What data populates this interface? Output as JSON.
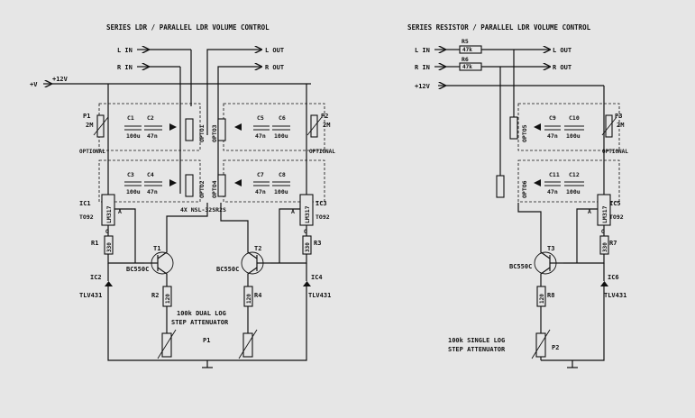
{
  "left": {
    "title": "SERIES LDR / PARALLEL LDR VOLUME CONTROL",
    "l_in": "L IN",
    "r_in": "R IN",
    "l_out": "L OUT",
    "r_out": "R OUT",
    "supply_v": "+V",
    "supply_12": "+12V",
    "p1": "P1",
    "p1_val": "2M",
    "p2": "P2",
    "p2_val": "2M",
    "optional": "OPTIONAL",
    "c1": "C1",
    "c1_val": "100u",
    "c2": "C2",
    "c2_val": "47n",
    "c3": "C3",
    "c3_val": "100u",
    "c4": "C4",
    "c4_val": "47n",
    "c5": "C5",
    "c5_val": "47n",
    "c6": "C6",
    "c6_val": "100u",
    "c7": "C7",
    "c7_val": "47n",
    "c8": "C8",
    "c8_val": "100u",
    "opto1": "OPTO1",
    "opto2": "OPTO2",
    "opto3": "OPTO3",
    "opto4": "OPTO4",
    "opto_note": "4X NSL-32SR2S",
    "ic1": "IC1",
    "ic3": "IC3",
    "lm317": "LM317",
    "to92": "TO92",
    "adj": "A",
    "out_o": "O",
    "r1": "R1",
    "r1_val": "330",
    "r3": "R3",
    "r3_val": "330",
    "t1": "T1",
    "t2": "T2",
    "bc550c": "BC550C",
    "ic2": "IC2",
    "ic4": "IC4",
    "tlv431": "TLV431",
    "r2": "R2",
    "r2_val": "120",
    "r4": "R4",
    "r4_val": "120",
    "atten_line1": "100k DUAL LOG",
    "atten_line2": "STEP ATTENUATOR",
    "pot": "P1"
  },
  "right": {
    "title": "SERIES RESISTOR / PARALLEL LDR VOLUME CONTROL",
    "l_in": "L IN",
    "r_in": "R IN",
    "l_out": "L OUT",
    "r_out": "R OUT",
    "r5": "R5",
    "r5_val": "47k",
    "r6": "R6",
    "r6_val": "47k",
    "supply_12": "+12V",
    "opto5": "OPTO5",
    "opto6": "OPTO6",
    "c9": "C9",
    "c9_val": "47n",
    "c10": "C10",
    "c10_val": "100u",
    "c11": "C11",
    "c11_val": "47n",
    "c12": "C12",
    "c12_val": "100u",
    "p3": "P3",
    "p3_val": "2M",
    "optional": "OPTIONAL",
    "ic5": "IC5",
    "lm317": "LM317",
    "to92": "TO92",
    "adj": "A",
    "out_o": "O",
    "r7": "R7",
    "r7_val": "330",
    "t3": "T3",
    "bc550c": "BC550C",
    "ic6": "IC6",
    "tlv431": "TLV431",
    "r8": "R8",
    "r8_val": "120",
    "atten_line1": "100k SINGLE LOG",
    "atten_line2": "STEP ATTENUATOR",
    "pot": "P2"
  }
}
